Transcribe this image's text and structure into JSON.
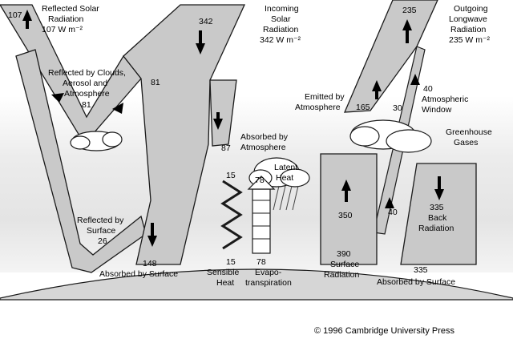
{
  "colors": {
    "beam": "#c9c9c9",
    "beam_stroke": "#1a1a1a",
    "atmosphere_top": "#ffffff",
    "atmosphere_band": "#e6e6e6",
    "surface": "#d6d6d6",
    "cloud": "#ffffff"
  },
  "labels": {
    "reflected_solar": [
      "Reflected Solar",
      "Radiation",
      "107 W m⁻²"
    ],
    "incoming_solar": [
      "Incoming",
      "Solar",
      "Radiation",
      "342 W m⁻²"
    ],
    "outgoing_longwave": [
      "Outgoing",
      "Longwave",
      "Radiation",
      "235 W m⁻²"
    ],
    "reflected_clouds": [
      "Reflected by Clouds,",
      "Aerosol and",
      "Atmosphere"
    ],
    "absorbed_atmosphere": [
      "Absorbed by",
      "Atmosphere"
    ],
    "emitted_atmosphere": [
      "Emitted by",
      "Atmosphere"
    ],
    "atmospheric_window": [
      "Atmospheric",
      "Window"
    ],
    "greenhouse_gases": [
      "Greenhouse",
      "Gases"
    ],
    "latent_heat": [
      "Latent",
      "Heat"
    ],
    "reflected_surface": [
      "Reflected by",
      "Surface"
    ],
    "absorbed_surface": "Absorbed by Surface",
    "sensible_heat": [
      "Sensible",
      "Heat"
    ],
    "evapotranspiration": [
      "Evapo-",
      "transpiration"
    ],
    "surface_radiation": [
      "Surface",
      "Radiation"
    ],
    "back_radiation": [
      "Back",
      "Radiation"
    ],
    "absorbed_by_surface_right": "Absorbed by Surface",
    "copyright": "© 1996 Cambridge University Press"
  },
  "values": {
    "reflected_total": "107",
    "incoming": "342",
    "outgoing": "235",
    "reflected_clouds": "81",
    "reflected_clouds_flow": "81",
    "absorbed_atmosphere": "87",
    "emitted_atmosphere": "165",
    "window_flow": "30",
    "atmospheric_window": "40",
    "window_lower": "40",
    "sensible_heat_top": "15",
    "sensible_heat_bottom": "15",
    "latent_top": "78",
    "latent_bottom": "78",
    "reflected_surface": "26",
    "absorbed_surface": "148",
    "surface_radiation_up": "350",
    "surface_radiation_total": "390",
    "back_radiation": "335",
    "absorbed_by_surface_right": "335"
  }
}
